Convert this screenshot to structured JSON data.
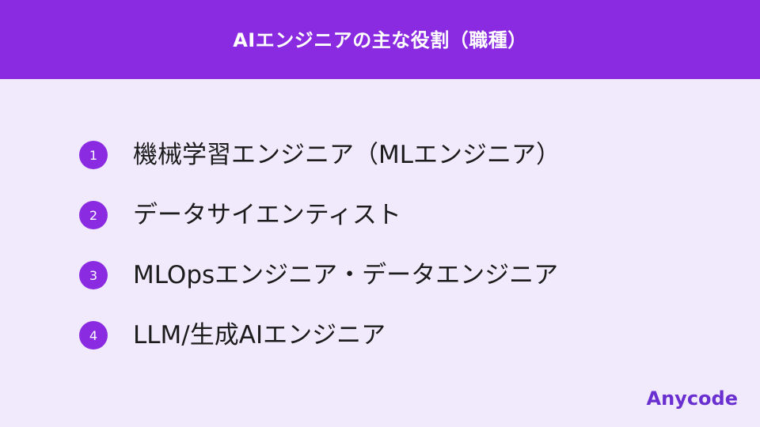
{
  "header": {
    "title": "AIエンジニアの主な役割（職種）"
  },
  "items": [
    {
      "number": "1",
      "label": "機械学習エンジニア（MLエンジニア）"
    },
    {
      "number": "2",
      "label": "データサイエンティスト"
    },
    {
      "number": "3",
      "label": "MLOpsエンジニア・データエンジニア"
    },
    {
      "number": "4",
      "label": "LLM/生成AIエンジニア"
    }
  ],
  "logo": {
    "text": "Anycode"
  },
  "colors": {
    "accent": "#8a2be2",
    "background": "#f1eafc",
    "logo": "#6a2fd0"
  }
}
